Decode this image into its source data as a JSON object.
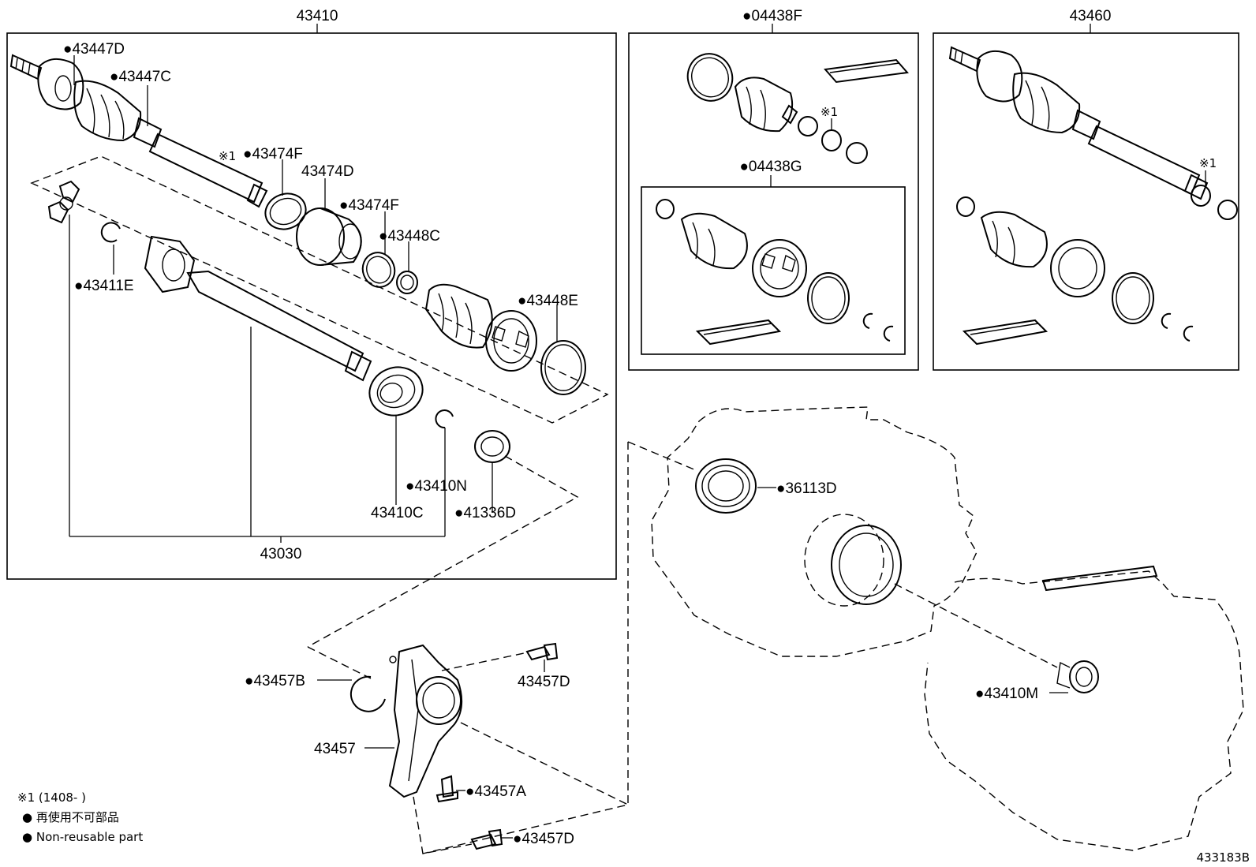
{
  "groups": {
    "left_assembly": "43410",
    "kit_f": "●04438F",
    "kit_g": "●04438G",
    "right_assembly": "43460",
    "shaft_sub": "43030"
  },
  "parts": {
    "p43447d": "●43447D",
    "p43447c": "●43447C",
    "note_mark_1": "※1",
    "p43474f_a": "●43474F",
    "p43474d": "43474D",
    "p43474f_b": "●43474F",
    "p43448c": "●43448C",
    "p43448e": "●43448E",
    "p43411e": "●43411E",
    "p43410n": "●43410N",
    "p43410c": "43410C",
    "p41336d": "●41336D",
    "kit_mark": "※1",
    "right_mark": "※1",
    "p36113d": "●36113D",
    "p43410m": "●43410M",
    "p43457b": "●43457B",
    "p43457d_a": "43457D",
    "p43457": "43457",
    "p43457a": "●43457A",
    "p43457d_b": "●43457D"
  },
  "legend": {
    "date_note": "※1 (1408-    )",
    "jp": "● 再使用不可部品",
    "en": "● Non-reusable part"
  },
  "diagram_id": "433183B"
}
